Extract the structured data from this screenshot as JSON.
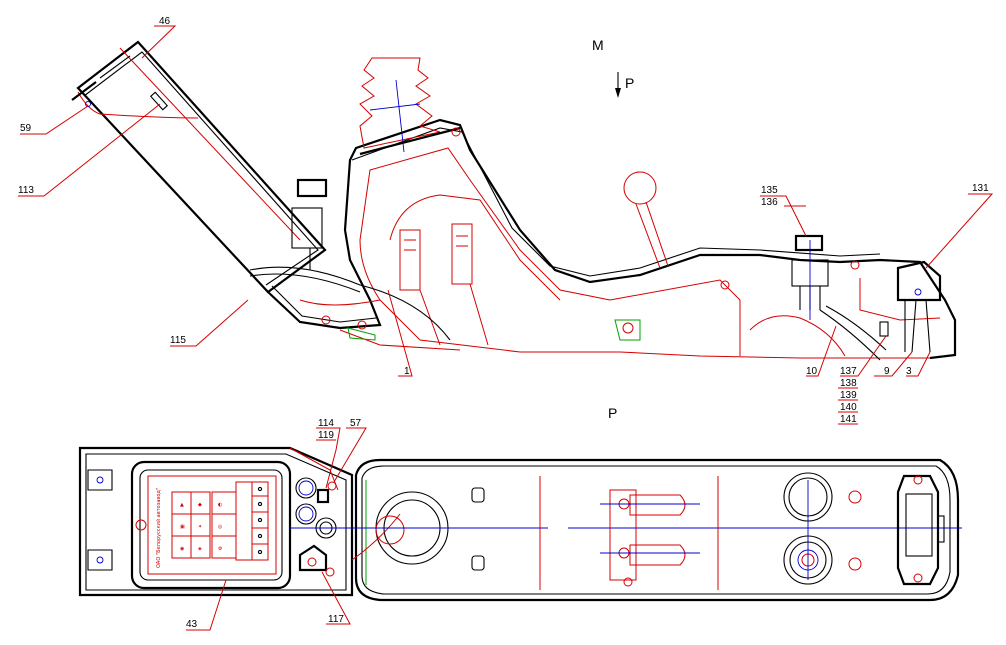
{
  "views": {
    "section_label": "M",
    "arrow_label": "P",
    "view_label": "P"
  },
  "callouts": {
    "c46": "46",
    "c59": "59",
    "c113": "113",
    "c115": "115",
    "c1": "1",
    "c135": "135",
    "c136": "136",
    "c131": "131",
    "c10": "10",
    "c137": "137",
    "c138": "138",
    "c139": "139",
    "c140": "140",
    "c141": "141",
    "c9": "9",
    "c3": "3",
    "c114": "114",
    "c119": "119",
    "c57": "57",
    "c43": "43",
    "c117": "117"
  },
  "panel": {
    "maker_text": "ОАО \"Белорусский автозавод\""
  },
  "colors": {
    "outline": "#000000",
    "detail": "#d40000",
    "centerline": "#0000cc",
    "highlight": "#00a000"
  }
}
